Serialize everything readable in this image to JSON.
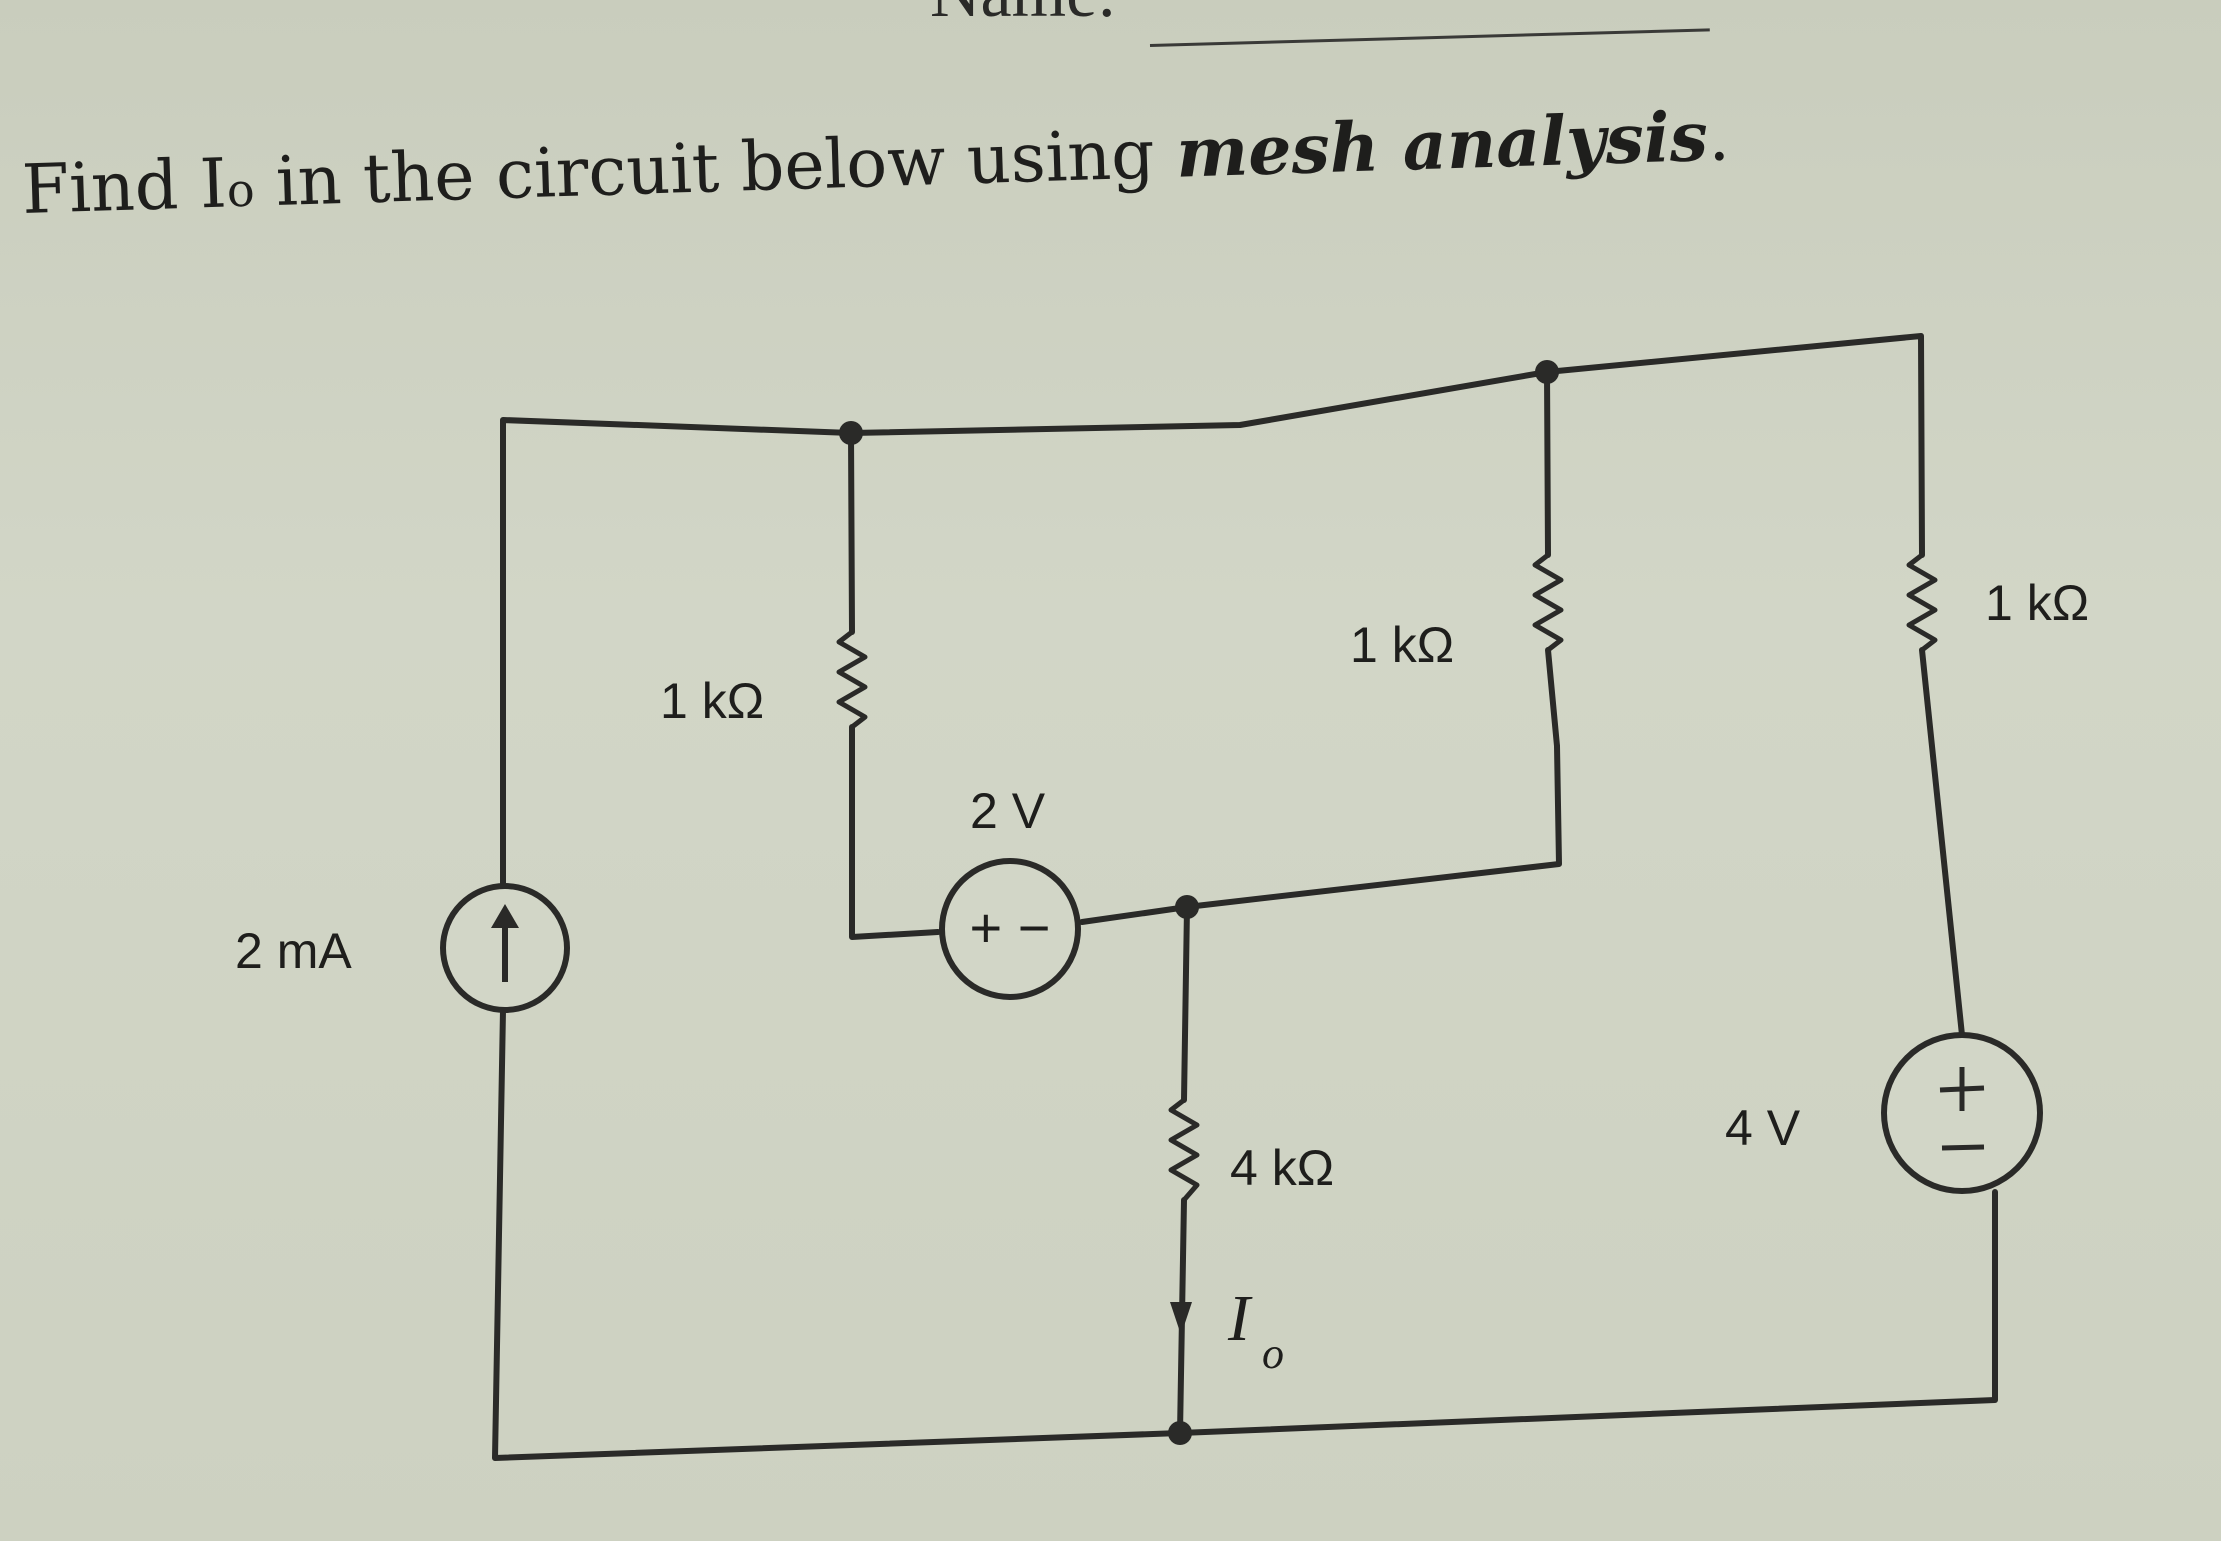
{
  "header": {
    "fragment": "Name:"
  },
  "question": {
    "prefix": "Find I",
    "subscript": "o",
    "middle": " in the circuit below using ",
    "emphasis": "mesh analysis",
    "suffix": "."
  },
  "circuit": {
    "current_source": {
      "label": "2 mA"
    },
    "resistor_left": {
      "label": "1 kΩ"
    },
    "voltage_source_mid": {
      "label": "2 V",
      "polarity": "+ −"
    },
    "resistor_center_right": {
      "label": "1 kΩ"
    },
    "resistor_bottom": {
      "label": "4 kΩ"
    },
    "resistor_far_right": {
      "label": "1 kΩ"
    },
    "voltage_source_right": {
      "label": "4 V",
      "polarity": "+ −"
    },
    "output_current": {
      "symbol": "I",
      "subscript": "o"
    }
  }
}
